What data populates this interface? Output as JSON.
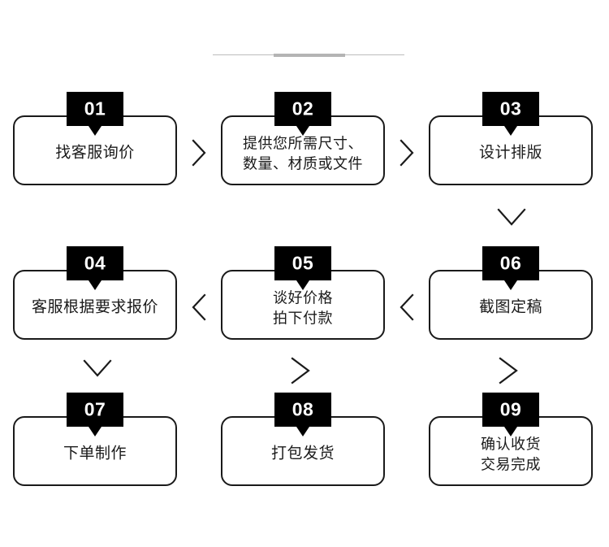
{
  "diagram": {
    "title_divider": "decorative-divider",
    "steps": [
      {
        "number": "01",
        "label": "找客服询价",
        "lines": 1
      },
      {
        "number": "02",
        "label": "提供您所需尺寸、\n数量、材质或文件",
        "lines": 2
      },
      {
        "number": "03",
        "label": "设计排版",
        "lines": 1
      },
      {
        "number": "04",
        "label": "客服根据要求报价",
        "lines": 1
      },
      {
        "number": "05",
        "label": "谈好价格\n拍下付款",
        "lines": 2
      },
      {
        "number": "06",
        "label": "截图定稿",
        "lines": 1
      },
      {
        "number": "07",
        "label": "下单制作",
        "lines": 1
      },
      {
        "number": "08",
        "label": "打包发货",
        "lines": 1
      },
      {
        "number": "09",
        "label": "确认收货\n交易完成",
        "lines": 2
      }
    ],
    "connectors": [
      {
        "from": "01",
        "to": "02",
        "direction": "right"
      },
      {
        "from": "02",
        "to": "03",
        "direction": "right"
      },
      {
        "from": "03",
        "to": "06",
        "direction": "down"
      },
      {
        "from": "06",
        "to": "05",
        "direction": "left"
      },
      {
        "from": "05",
        "to": "04",
        "direction": "left"
      },
      {
        "from": "04",
        "to": "07",
        "direction": "down"
      },
      {
        "from": "07",
        "to": "08",
        "direction": "right"
      },
      {
        "from": "08",
        "to": "09",
        "direction": "right"
      }
    ],
    "colors": {
      "badge_background": "#000000",
      "badge_text": "#ffffff",
      "box_border": "#1a1a1a",
      "box_background": "#ffffff",
      "label_text": "#1a1a1a",
      "divider": "#b4b4b4",
      "page_background": "#ffffff"
    }
  }
}
